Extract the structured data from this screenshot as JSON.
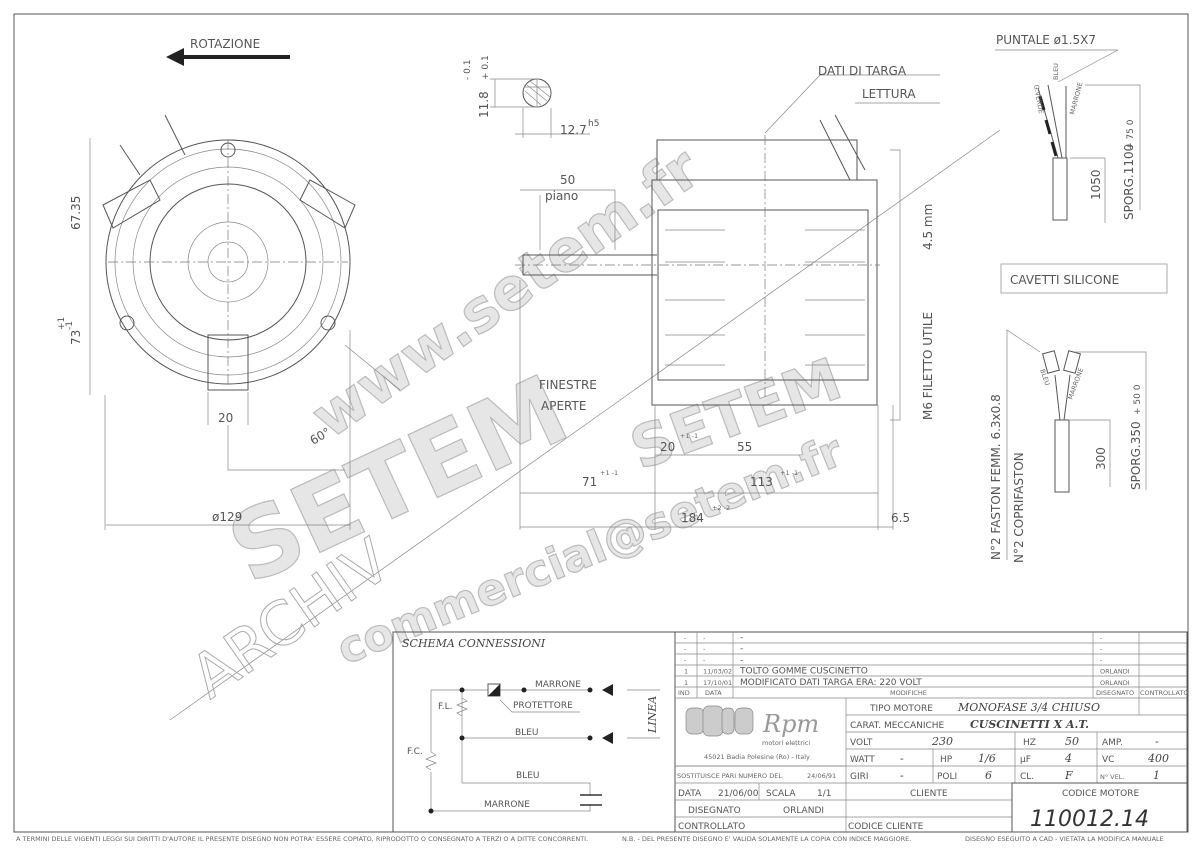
{
  "drawing": {
    "rotation_label": "ROTAZIONE",
    "shaft": {
      "dia": "11.8",
      "tol_minus": "- 0.1",
      "tol_plus": "+ 0.1",
      "flat": "12.7",
      "flat_tol": "h5"
    },
    "front_view": {
      "dim_height": "67.35",
      "dim_73": "73",
      "dim_73_tol_plus": "+1",
      "dim_73_tol_minus": "-1",
      "dim_20": "20",
      "angle": "60°",
      "diameter": "ø129"
    },
    "side_view": {
      "dati_targa": "DATI DI TARGA",
      "lettura": "LETTURA",
      "dim_50": "50",
      "piano": "piano",
      "finestre": "FINESTRE",
      "aperte": "APERTE",
      "dim_20": "20",
      "dim_20_tol": "+1 -1",
      "dim_55": "55",
      "dim_71": "71",
      "dim_71_tol": "+1 -1",
      "dim_113": "113",
      "dim_113_tol": "+1 -1",
      "dim_184": "184",
      "dim_184_tol": "+2 -2",
      "dim_6_5": "6.5",
      "thread": "M6 FILETTO UTILE",
      "thread_depth": "4.5 mm"
    },
    "cable_top": {
      "puntale": "PUNTALE ø1.5X7",
      "wire1": "G.VERDE",
      "wire2": "BLEU",
      "wire3": "MARRONE",
      "dim_1050": "1050",
      "sporg": "SPORG.1100",
      "sporg_tol": "+ 75  0"
    },
    "cavetti": "CAVETTI SILICONE",
    "cable_bottom": {
      "faston": "N°2 FASTON FEMM. 6.3x0.8",
      "coprifaston": "N°2 COPRIFASTON",
      "wire1": "BLEU",
      "wire2": "MARRONE",
      "dim_300": "300",
      "sporg": "SPORG.350",
      "sporg_tol": "+ 50  0"
    }
  },
  "watermark": {
    "site": "www.setem.fr",
    "brand": "SETEM",
    "email": "commercial@setem.fr",
    "archive": "ARCHIV"
  },
  "schema": {
    "title": "SCHEMA CONNESSIONI",
    "marrone_top": "MARRONE",
    "protettore": "PROTETTORE",
    "bleu_line": "BLEU",
    "linea": "LINEA",
    "fl": "F.L.",
    "fc": "F.C.",
    "bleu_cap": "BLEU",
    "marrone_cap": "MARRONE"
  },
  "revisions": {
    "rows": [
      {
        "ind": "-",
        "data": "-",
        "mod": "-",
        "dis": "-",
        "contr": ""
      },
      {
        "ind": "-",
        "data": "-",
        "mod": "-",
        "dis": "-",
        "contr": ""
      },
      {
        "ind": "-",
        "data": "-",
        "mod": "-",
        "dis": "-",
        "contr": ""
      },
      {
        "ind": "1",
        "data": "11/03/02",
        "mod": "TOLTO GOMME CUSCINETTO",
        "dis": "ORLANDI",
        "contr": ""
      },
      {
        "ind": "1",
        "data": "17/10/01",
        "mod": "MODIFICATO DATI TARGA ERA: 220 VOLT",
        "dis": "ORLANDI",
        "contr": ""
      }
    ],
    "headers": {
      "ind": "IND",
      "data": "DATA",
      "mod": "MODIFICHE",
      "dis": "DISEGNATO",
      "contr": "CONTROLLATO"
    }
  },
  "company": {
    "logo_text": "Rpm",
    "subtitle": "motori elettrici",
    "address": "45021 Badia Polesine (Ro) - Italy"
  },
  "title_block": {
    "tipo_label": "TIPO MOTORE",
    "tipo_value": "MONOFASE 3/4 CHIUSO",
    "carat_label": "CARAT. MECCANICHE",
    "carat_value": "CUSCINETTI X A.T.",
    "volt_label": "VOLT",
    "volt": "230",
    "hz_label": "HZ",
    "hz": "50",
    "amp_label": "AMP.",
    "amp": "-",
    "watt_label": "WATT",
    "watt": "-",
    "hp_label": "HP",
    "hp": "1/6",
    "uf_label": "µF",
    "uf": "4",
    "vc_label": "VC",
    "vc": "400",
    "giri_label": "GIRI",
    "giri": "-",
    "poli_label": "POLI",
    "poli": "6",
    "cl_label": "CL.",
    "cl": "F",
    "vel_label": "N° VEL.",
    "vel": "1",
    "sostituisce_label": "SOSTITUISCE PARI NUMERO DEL",
    "sostituisce": "24/06/91",
    "data_label": "DATA",
    "data": "21/06/00",
    "scala_label": "SCALA",
    "scala": "1/1",
    "disegnato_label": "DISEGNATO",
    "disegnato": "ORLANDI",
    "controllato_label": "CONTROLLATO",
    "cliente_label": "CLIENTE",
    "codice_cliente_label": "CODICE CLIENTE",
    "codice_motore_label": "CODICE MOTORE",
    "codice_motore": "110012.14"
  },
  "footer": {
    "copyright": "A TERMINI DELLE VIGENTI LEGGI SUI DIRITTI D'AUTORE IL PRESENTE DISEGNO NON POTRA' ESSERE COPIATO, RIPRODOTTO O CONSEGNATO A TERZI O A DITTE CONCORRENTI.",
    "note": "N.B. - DEL PRESENTE DISEGNO E' VALIDA SOLAMENTE LA COPIA CON INDICE MAGGIORE.",
    "cad": "DISEGNO ESEGUITO A CAD - VIETATA LA MODIFICA MANUALE"
  }
}
